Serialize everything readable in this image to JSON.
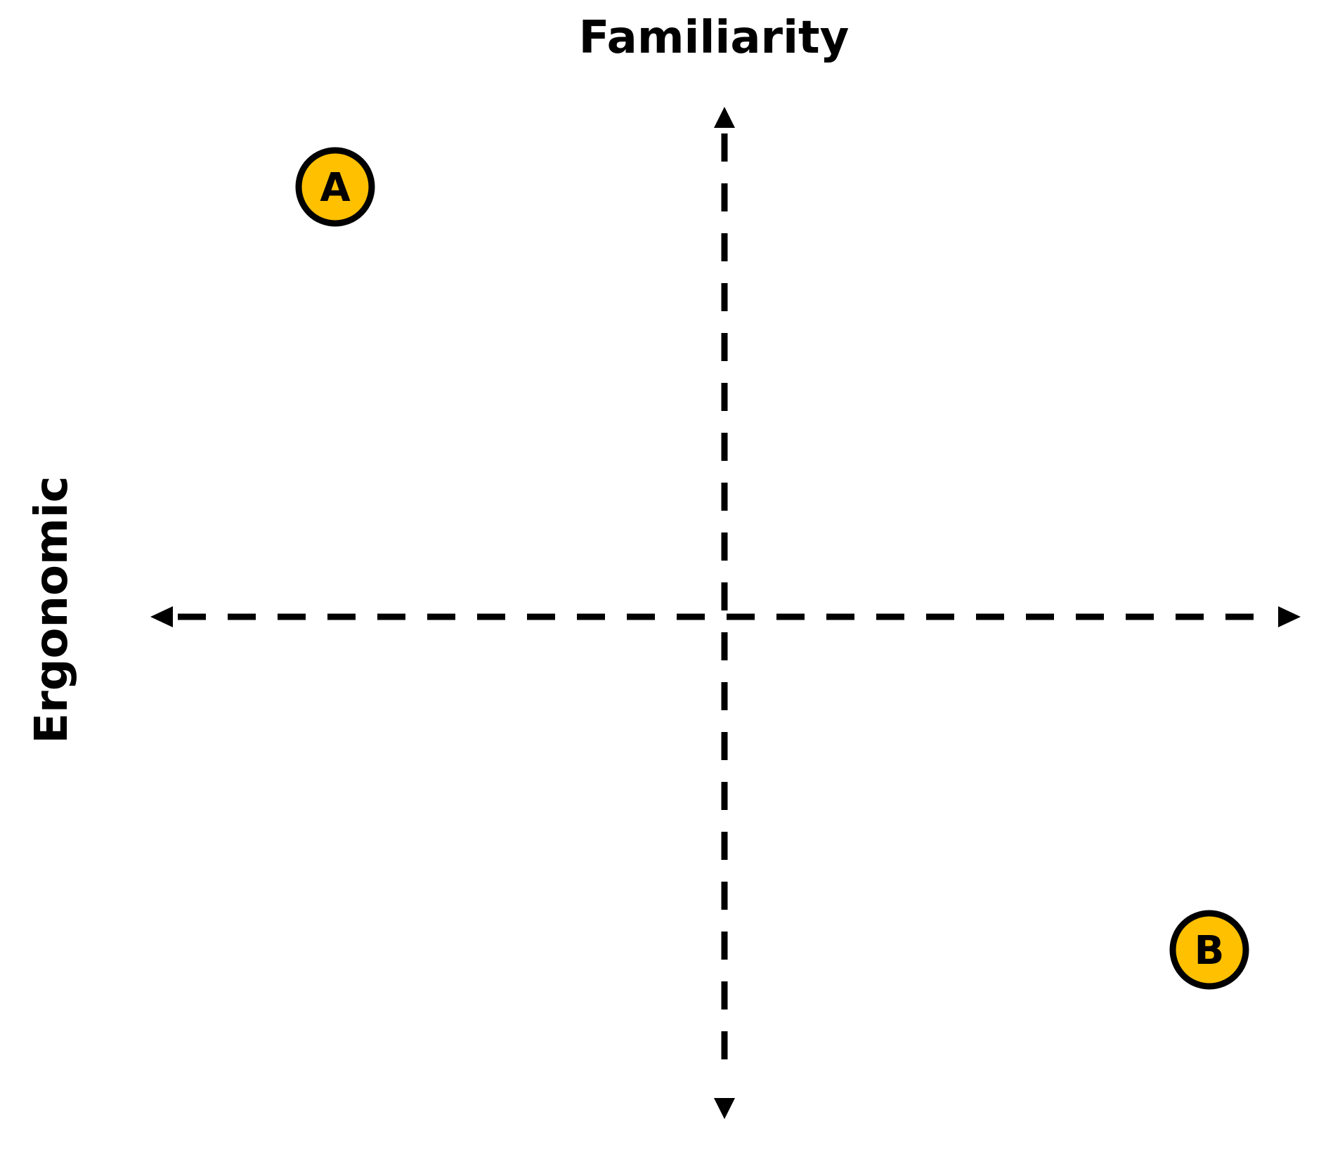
{
  "diagram": {
    "top_label": "Familiarity",
    "left_label": "Ergonomic",
    "points": [
      {
        "id": "A",
        "label": "A"
      },
      {
        "id": "B",
        "label": "B"
      }
    ]
  },
  "colors": {
    "point_fill": "#FFC000",
    "point_stroke": "#000000",
    "axis": "#000000"
  },
  "icons": {
    "arrowheads": [
      "arrow-up-icon",
      "arrow-down-icon",
      "arrow-left-icon",
      "arrow-right-icon"
    ]
  }
}
